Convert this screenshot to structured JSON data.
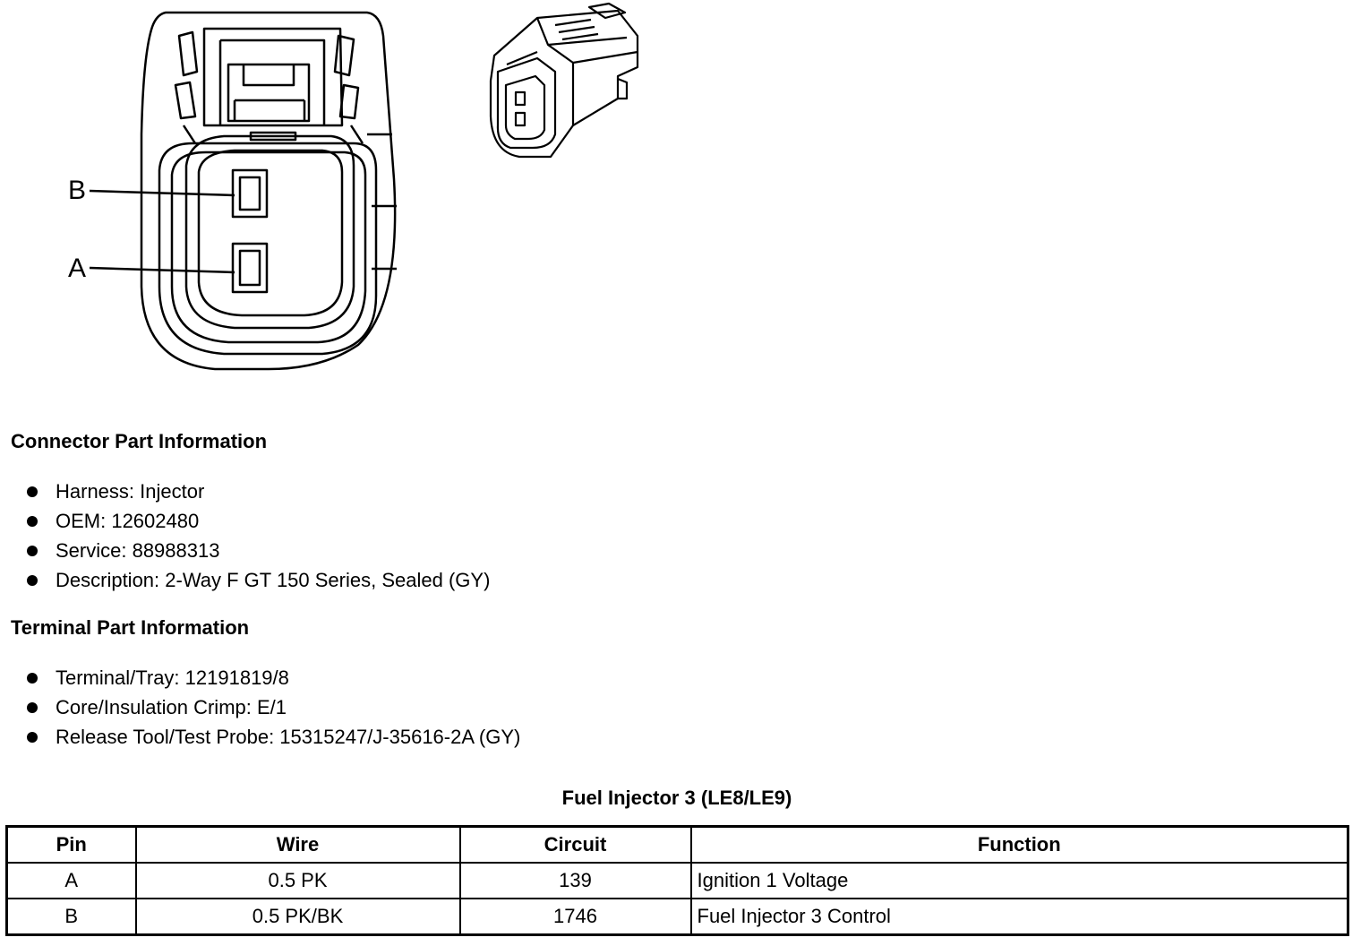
{
  "diagram": {
    "pin_labels": [
      "B",
      "A"
    ]
  },
  "connector_info": {
    "title": "Connector Part Information",
    "items": [
      "Harness: Injector",
      "OEM: 12602480",
      "Service: 88988313",
      "Description: 2-Way F GT 150 Series, Sealed (GY)"
    ]
  },
  "terminal_info": {
    "title": "Terminal Part Information",
    "items": [
      "Terminal/Tray: 12191819/8",
      "Core/Insulation Crimp: E/1",
      "Release Tool/Test Probe: 15315247/J-35616-2A (GY)"
    ]
  },
  "table": {
    "title": "Fuel Injector 3 (LE8/LE9)",
    "headers": [
      "Pin",
      "Wire",
      "Circuit",
      "Function"
    ],
    "rows": [
      [
        "A",
        "0.5 PK",
        "139",
        "Ignition 1 Voltage"
      ],
      [
        "B",
        "0.5 PK/BK",
        "1746",
        "Fuel Injector 3 Control"
      ]
    ]
  }
}
